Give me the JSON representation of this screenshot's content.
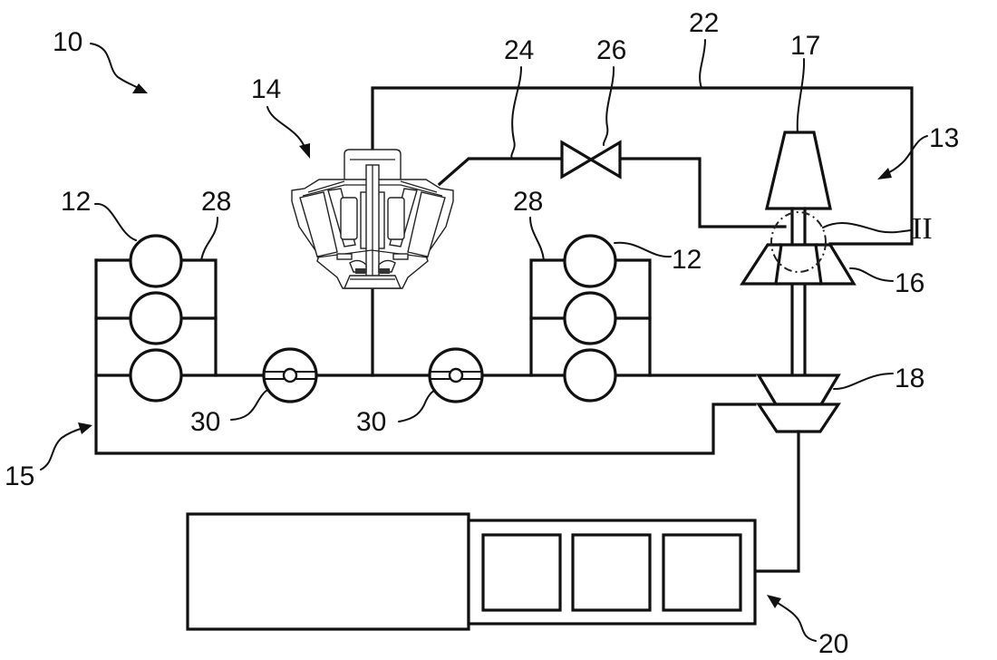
{
  "figure": {
    "type": "patent-schematic",
    "background": "#ffffff",
    "line_color": "#111111"
  },
  "labels": {
    "system": "10",
    "tubs_left": "12",
    "tubs_right": "12",
    "turbocharger_assembly": "13",
    "separator": "14",
    "circuit": "15",
    "turbine": "16",
    "compressor_stage": "17",
    "pump": "18",
    "engine": "20",
    "line_22": "22",
    "line_24": "24",
    "valve": "26",
    "frame_left": "28",
    "frame_right": "28",
    "flow_left": "30",
    "flow_right": "30",
    "detail": "II"
  },
  "components": [
    {
      "ref": "10",
      "kind": "overall system"
    },
    {
      "ref": "12",
      "kind": "cylinder circles",
      "count_per_bank": 3,
      "banks": 2
    },
    {
      "ref": "13",
      "kind": "assembly arrow"
    },
    {
      "ref": "14",
      "kind": "centrifuge/separator"
    },
    {
      "ref": "15",
      "kind": "outer loop"
    },
    {
      "ref": "16",
      "kind": "trapezoid stage"
    },
    {
      "ref": "17",
      "kind": "trapezoid stage"
    },
    {
      "ref": "18",
      "kind": "double trapezoid pump"
    },
    {
      "ref": "20",
      "kind": "engine block with 3 cells"
    },
    {
      "ref": "22",
      "kind": "upper line"
    },
    {
      "ref": "24",
      "kind": "branch line"
    },
    {
      "ref": "26",
      "kind": "valve"
    },
    {
      "ref": "28",
      "kind": "frames"
    },
    {
      "ref": "30",
      "kind": "flow meters",
      "count": 2
    },
    {
      "ref": "II",
      "kind": "detail circle"
    }
  ]
}
